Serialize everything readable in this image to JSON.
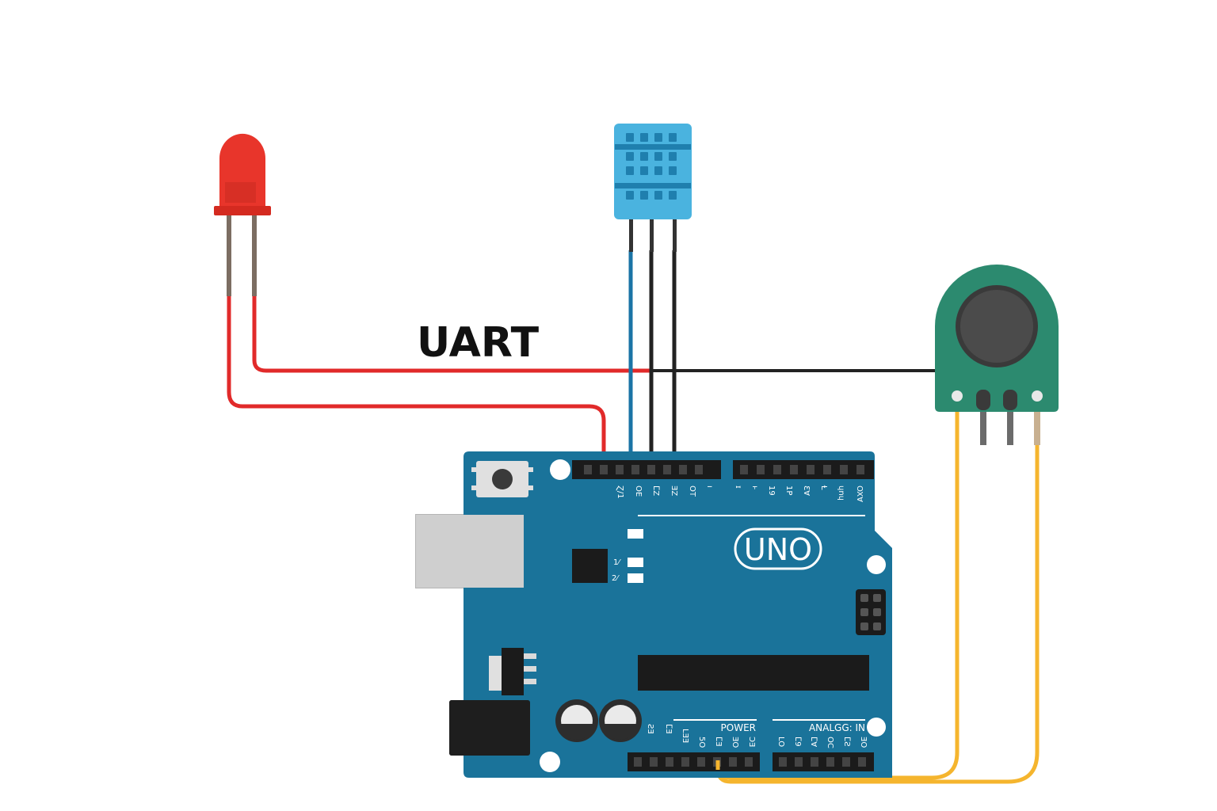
{
  "diagram": {
    "label_uart": "UART",
    "board_logo": "UNO",
    "power_header_label": "POWER",
    "analog_header_label": "ANALGG: IN",
    "led_labels": [
      "1⁄",
      "2⁄"
    ],
    "digital_pin_labels": [
      "Ɀ/1",
      "OE",
      "ⵎZ",
      "ƎZ",
      "OT",
      "ı",
      "ɪ",
      "ⱶ",
      "19",
      "1P",
      "ƐⱯ",
      "Ɫ",
      "ɥnɥ",
      "OXⱯ"
    ],
    "power_pin_labels": [
      "ƧƎ",
      "ⵎƎ",
      "LƎƎ",
      "5O",
      "ⵎƎ",
      "ƎO",
      "ƆƎ"
    ],
    "analog_pin_labels": [
      "LO",
      "ⵎ9",
      "ⵎⱯ",
      "OC",
      "ⵎƧ",
      "ƎO"
    ],
    "colors": {
      "board": "#1a739a",
      "led": "#e8352b",
      "sensor": "#4ab3df",
      "encoder": "#2c8a6f",
      "wire_red": "#e12a2a",
      "wire_black": "#222222",
      "wire_blue": "#1a74a6",
      "wire_yellow": "#f5b52e"
    }
  }
}
